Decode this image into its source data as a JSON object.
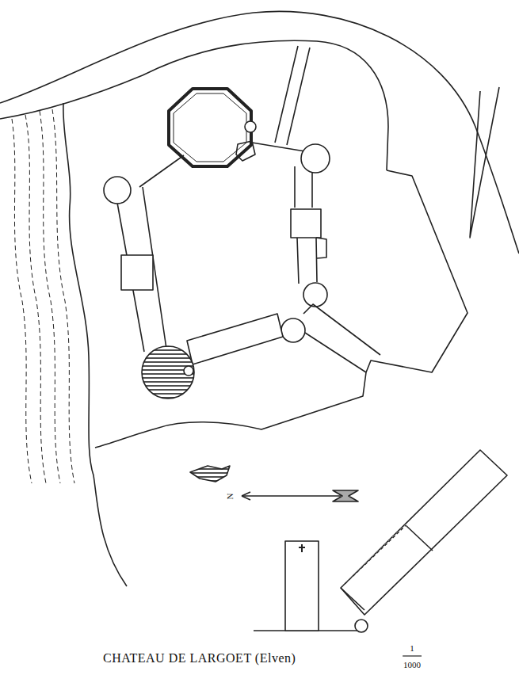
{
  "diagram": {
    "caption": "CHATEAU DE LARGOET (Elven)",
    "labels": [
      "N",
      "1",
      "1000"
    ]
  }
}
